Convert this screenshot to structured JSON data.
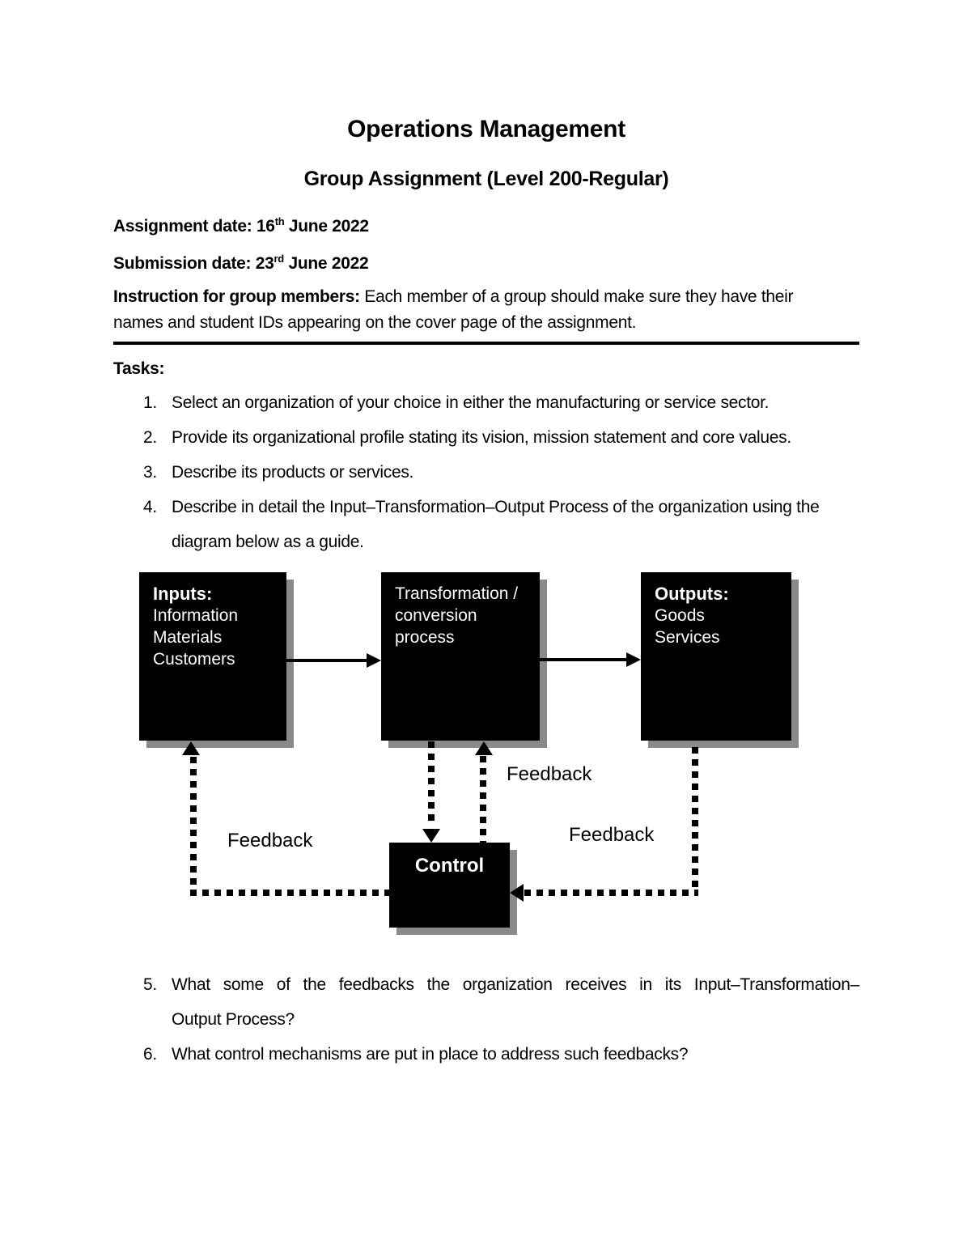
{
  "doc": {
    "title": "Operations Management",
    "subtitle": "Group Assignment (Level 200-Regular)",
    "assignment_date": {
      "pre": "Assignment date: 16",
      "sup": "th",
      "post": " June 2022"
    },
    "submission_date": {
      "pre": "Submission date: 23",
      "sup": "rd",
      "post": " June 2022"
    },
    "instruction": {
      "label": "Instruction for group members:",
      "line1": " Each member of a group should make sure they have their",
      "line2": "names and student IDs appearing on the cover page of the assignment."
    },
    "tasks_heading": "Tasks:",
    "tasks": [
      {
        "num": "1.",
        "text": "Select an organization of your choice in either the manufacturing or service sector."
      },
      {
        "num": "2.",
        "text": "Provide its organizational profile stating its vision, mission statement and core values."
      },
      {
        "num": "3.",
        "text": "Describe its products or services."
      },
      {
        "num": "4.",
        "line1": "Describe in detail the Input–Transformation–Output Process of the organization using the",
        "line2": "diagram below as a guide."
      },
      {
        "num": "5.",
        "line1": "What some of the feedbacks the organization receives in its Input–Transformation–",
        "line2": "Output Process?"
      },
      {
        "num": "6.",
        "text": "What control mechanisms are put in place to address such feedbacks?"
      }
    ]
  },
  "diagram": {
    "inputs": {
      "heading": "Inputs:",
      "line1": "Information",
      "line2": "Materials",
      "line3": "Customers"
    },
    "transformation": {
      "line1": "Transformation /",
      "line2": "conversion",
      "line3": "process"
    },
    "outputs": {
      "heading": "Outputs:",
      "line1": "Goods",
      "line2": "Services"
    },
    "control": "Control",
    "feedback_mid": "Feedback",
    "feedback_left": "Feedback",
    "feedback_right": "Feedback"
  },
  "colors": {
    "page_bg": "#ffffff",
    "text": "#000000",
    "line": "#000000",
    "box_bg": "#000000",
    "box_text": "#ffffff",
    "box_shadow": "#8a8a8a"
  }
}
